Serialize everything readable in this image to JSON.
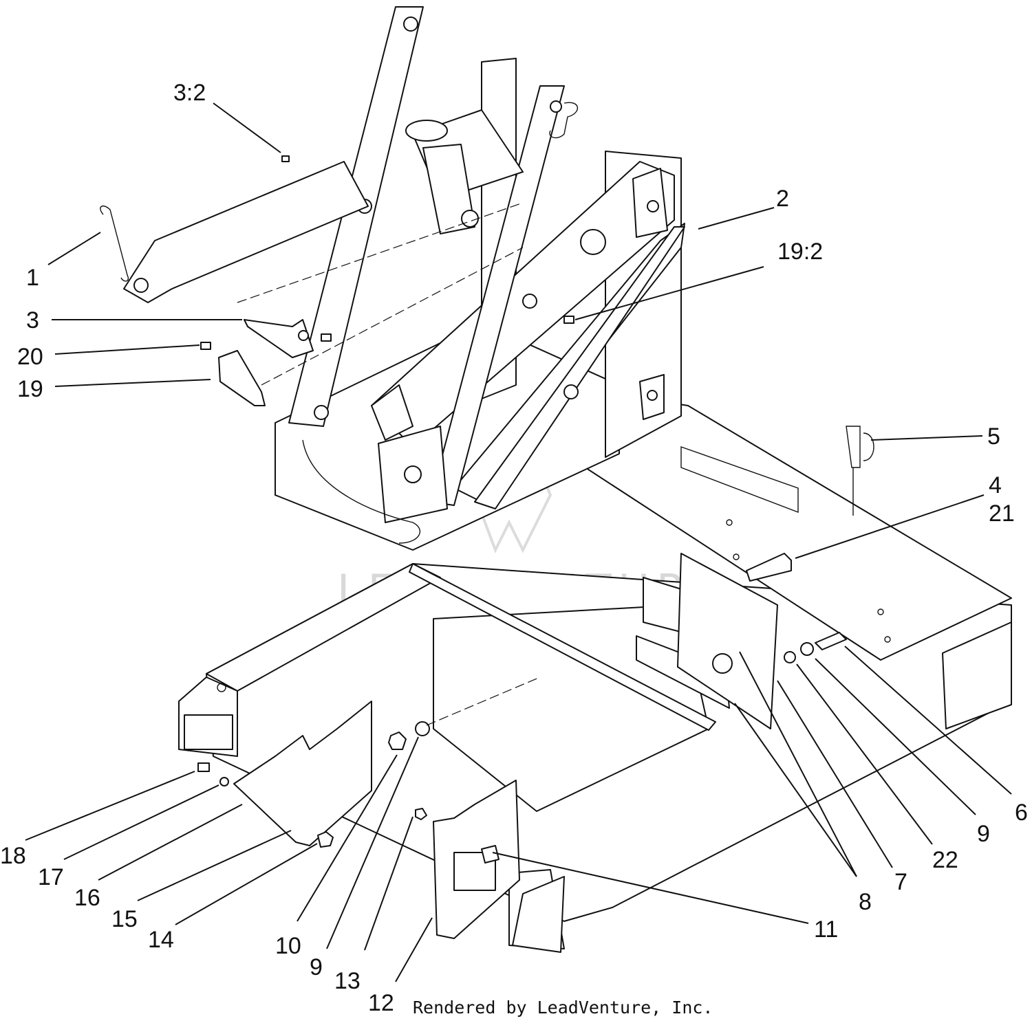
{
  "watermark": "LEADVENTURE",
  "footer": {
    "credit": "Rendered by LeadVenture, Inc."
  },
  "callouts": {
    "c_3_2": "3:2",
    "c_1": "1",
    "c_3": "3",
    "c_20": "20",
    "c_19": "19",
    "c_2": "2",
    "c_19_2": "19:2",
    "c_5": "5",
    "c_4": "4",
    "c_21": "21",
    "c_6": "6",
    "c_9_right": "9",
    "c_22": "22",
    "c_7": "7",
    "c_8": "8",
    "c_11": "11",
    "c_12": "12",
    "c_13": "13",
    "c_9_left": "9",
    "c_10": "10",
    "c_14": "14",
    "c_15": "15",
    "c_16": "16",
    "c_17": "17",
    "c_18": "18"
  }
}
